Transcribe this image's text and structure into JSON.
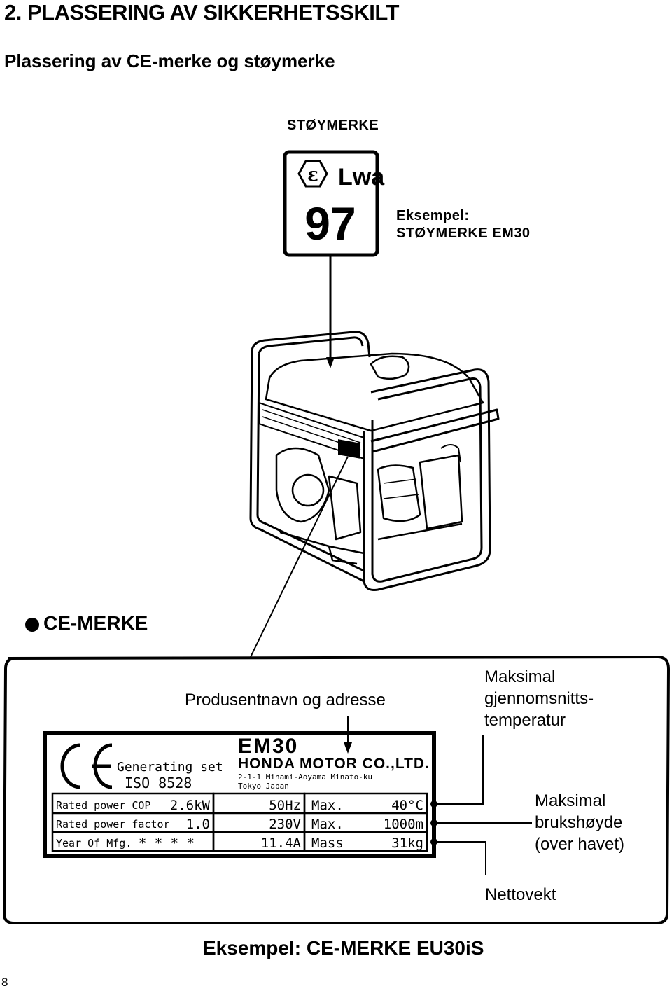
{
  "header": {
    "section_title": "2. PLASSERING AV SIKKERHETSSKILT",
    "subtitle": "Plassering av CE-merke og støymerke"
  },
  "noise_mark": {
    "title": "STØYMERKE",
    "sign_symbol": "Lwa",
    "sign_value": "97",
    "example_line1": "Eksempel:",
    "example_line2": "STØYMERKE EM30"
  },
  "ce_mark": {
    "heading": "CE-MERKE",
    "callout_manufacturer": "Produsentnavn og adresse",
    "callout_temp_line1": "Maksimal",
    "callout_temp_line2": "gjennomsnitts-",
    "callout_temp_line3": "temperatur",
    "callout_altitude_line1": "Maksimal",
    "callout_altitude_line2": "brukshøyde",
    "callout_altitude_line3": "(over havet)",
    "callout_weight": "Nettovekt",
    "example_caption": "Eksempel: CE-MERKE EU30iS"
  },
  "rating_plate": {
    "model": "EM30",
    "generating_set": "Generating set",
    "iso": "ISO   8528",
    "manufacturer": "HONDA MOTOR CO.,LTD.",
    "address_line1": "2-1-1 Minami-Aoyama Minato-ku",
    "address_line2": "Tokyo Japan",
    "rows": [
      {
        "label": "Rated power COP",
        "value": "2.6kW",
        "col3": "50Hz",
        "col4_label": "Max.",
        "col4_value": "40°C"
      },
      {
        "label": "Rated power factor",
        "value": "1.0",
        "col3": "230V",
        "col4_label": "Max.",
        "col4_value": "1000m"
      },
      {
        "label": "Year Of Mfg.",
        "value": "* * * *",
        "col3": "11.4A",
        "col4_label": "Mass",
        "col4_value": "31kg"
      }
    ]
  },
  "page": {
    "number": "8"
  },
  "icons": {
    "sign_icon": "noise-level-sign-icon",
    "generator": "generator-illustration",
    "ce_logo": "ce-logo-icon",
    "bullet": "bullet-dot-icon"
  }
}
